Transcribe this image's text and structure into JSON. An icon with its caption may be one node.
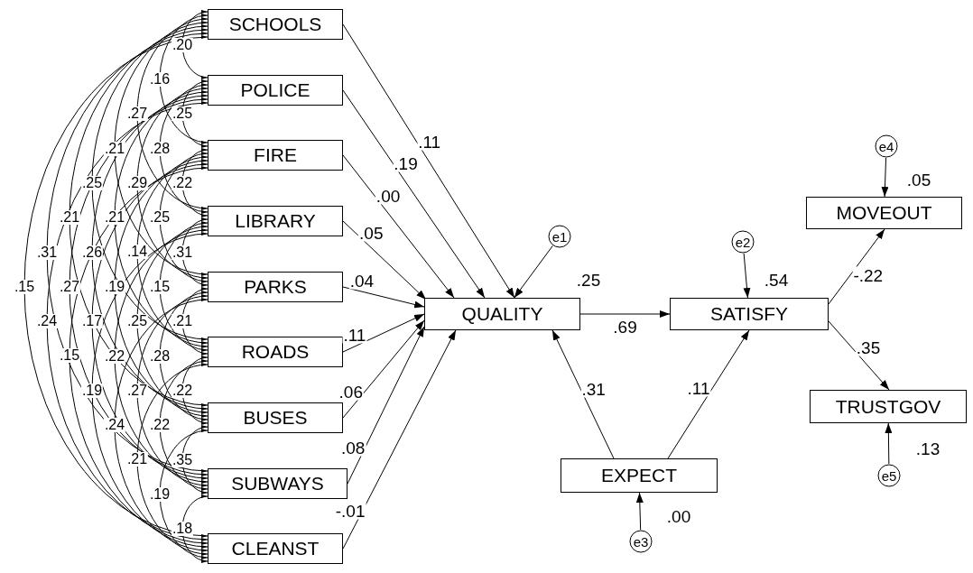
{
  "diagram": {
    "nodes": [
      {
        "text": [
          "SCHOOLS"
        ]
      },
      {
        "text": [
          "POLICE"
        ]
      },
      {
        "text": [
          "FIRE"
        ]
      },
      {
        "text": [
          "LIBRARY"
        ]
      },
      {
        "text": [
          "PARKS"
        ]
      },
      {
        "text": [
          "ROADS"
        ]
      },
      {
        "text": [
          "BUSES"
        ]
      },
      {
        "text": [
          "SUBWAYS"
        ]
      },
      {
        "text": [
          "CLEANST"
        ]
      },
      {
        "text": [
          "QUALITY"
        ],
        "beside": [
          ".25"
        ]
      },
      {
        "text": [
          "e1"
        ]
      },
      {
        "text": [
          "SATISFY"
        ],
        "beside": [
          ".54"
        ]
      },
      {
        "text": [
          "e2"
        ]
      },
      {
        "text": [
          "MOVEOUT"
        ],
        "beside": [
          ".05"
        ]
      },
      {
        "text": [
          "e4"
        ]
      },
      {
        "text": [
          "TRUSTGOV"
        ],
        "beside": [
          ".13"
        ]
      },
      {
        "text": [
          "e5"
        ]
      },
      {
        "text": [
          "EXPECT"
        ],
        "beside": [
          ".00"
        ]
      },
      {
        "text": [
          "e3"
        ]
      }
    ],
    "edges": [
      {
        "from": 0,
        "to": 9,
        "arrow": "to",
        "label": ".11"
      },
      {
        "from": 1,
        "to": 9,
        "arrow": "to",
        "label": ".19"
      },
      {
        "from": 2,
        "to": 9,
        "arrow": "to",
        "label": ".00"
      },
      {
        "from": 3,
        "to": 9,
        "arrow": "to",
        "label": ".05"
      },
      {
        "from": 4,
        "to": 9,
        "arrow": "to",
        "label": ".04"
      },
      {
        "from": 5,
        "to": 9,
        "arrow": "to",
        "label": ".11"
      },
      {
        "from": 6,
        "to": 9,
        "arrow": "to",
        "label": ".06"
      },
      {
        "from": 7,
        "to": 9,
        "arrow": "to",
        "label": ".08"
      },
      {
        "from": 8,
        "to": 9,
        "arrow": "to",
        "label": "-.01"
      },
      {
        "from": 9,
        "to": 11,
        "arrow": "to",
        "label": ".69"
      },
      {
        "from": 17,
        "to": 9,
        "arrow": "to",
        "label": ".31"
      },
      {
        "from": 17,
        "to": 11,
        "arrow": "to",
        "label": ".11"
      },
      {
        "from": 11,
        "to": 13,
        "arrow": "to",
        "label": "-.22"
      },
      {
        "from": 11,
        "to": 15,
        "arrow": "to",
        "label": ".35"
      },
      {
        "from": 10,
        "to": 9,
        "arrow": "to"
      },
      {
        "from": 12,
        "to": 11,
        "arrow": "to"
      },
      {
        "from": 18,
        "to": 17,
        "arrow": "to"
      },
      {
        "from": 14,
        "to": 13,
        "arrow": "to"
      },
      {
        "from": 16,
        "to": 15,
        "arrow": "to"
      },
      {
        "from": 0,
        "to": 1,
        "arrow": "both",
        "label": ".20"
      },
      {
        "from": 0,
        "to": 2,
        "arrow": "both",
        "label": ".16"
      },
      {
        "from": 0,
        "to": 3,
        "arrow": "both",
        "label": ".27"
      },
      {
        "from": 0,
        "to": 4,
        "arrow": "both",
        "label": ".21"
      },
      {
        "from": 0,
        "to": 5,
        "arrow": "both",
        "label": ".25"
      },
      {
        "from": 0,
        "to": 6,
        "arrow": "both",
        "label": ".21"
      },
      {
        "from": 0,
        "to": 7,
        "arrow": "both",
        "label": ".31"
      },
      {
        "from": 0,
        "to": 8,
        "arrow": "both",
        "label": ".15"
      },
      {
        "from": 1,
        "to": 2,
        "arrow": "both",
        "label": ".25"
      },
      {
        "from": 1,
        "to": 3,
        "arrow": "both",
        "label": ".28"
      },
      {
        "from": 1,
        "to": 4,
        "arrow": "both",
        "label": ".29"
      },
      {
        "from": 1,
        "to": 5,
        "arrow": "both",
        "label": ".21"
      },
      {
        "from": 1,
        "to": 6,
        "arrow": "both",
        "label": ".26"
      },
      {
        "from": 1,
        "to": 7,
        "arrow": "both",
        "label": ".27"
      },
      {
        "from": 1,
        "to": 8,
        "arrow": "both",
        "label": ".24"
      },
      {
        "from": 2,
        "to": 3,
        "arrow": "both",
        "label": ".22"
      },
      {
        "from": 2,
        "to": 4,
        "arrow": "both",
        "label": ".25"
      },
      {
        "from": 2,
        "to": 5,
        "arrow": "both",
        "label": ".14"
      },
      {
        "from": 2,
        "to": 6,
        "arrow": "both",
        "label": ".19"
      },
      {
        "from": 2,
        "to": 7,
        "arrow": "both",
        "label": ".17"
      },
      {
        "from": 2,
        "to": 8,
        "arrow": "both",
        "label": ".15"
      },
      {
        "from": 3,
        "to": 4,
        "arrow": "both",
        "label": ".31"
      },
      {
        "from": 3,
        "to": 5,
        "arrow": "both",
        "label": ".15"
      },
      {
        "from": 3,
        "to": 6,
        "arrow": "both",
        "label": ".25"
      },
      {
        "from": 3,
        "to": 7,
        "arrow": "both",
        "label": ".22"
      },
      {
        "from": 3,
        "to": 8,
        "arrow": "both",
        "label": ".19"
      },
      {
        "from": 4,
        "to": 5,
        "arrow": "both",
        "label": ".21"
      },
      {
        "from": 4,
        "to": 6,
        "arrow": "both",
        "label": ".28"
      },
      {
        "from": 4,
        "to": 7,
        "arrow": "both",
        "label": ".27"
      },
      {
        "from": 4,
        "to": 8,
        "arrow": "both",
        "label": ".24"
      },
      {
        "from": 5,
        "to": 6,
        "arrow": "both",
        "label": ".22"
      },
      {
        "from": 5,
        "to": 7,
        "arrow": "both",
        "label": ".22"
      },
      {
        "from": 5,
        "to": 8,
        "arrow": "both",
        "label": ".21"
      },
      {
        "from": 6,
        "to": 7,
        "arrow": "both",
        "label": ".35"
      },
      {
        "from": 6,
        "to": 8,
        "arrow": "both",
        "label": ".19"
      },
      {
        "from": 7,
        "to": 8,
        "arrow": "both",
        "label": ".18"
      }
    ]
  }
}
